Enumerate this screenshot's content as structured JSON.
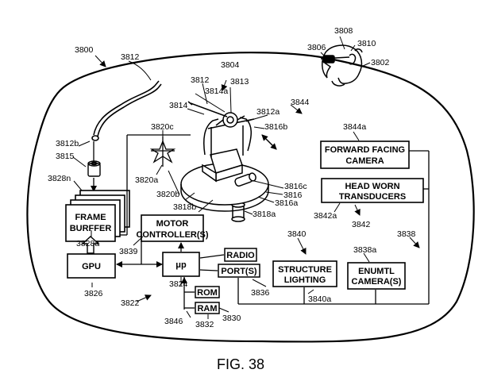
{
  "caption": "FIG. 38",
  "boxes": {
    "frame_buffer": [
      "FRAME",
      "BURFFER"
    ],
    "gpu": "GPU",
    "motor_controller": [
      "MOTOR",
      "CONTROLLER(S)"
    ],
    "microprocessor": "μp",
    "radio": "RADIO",
    "ports": "PORT(S)",
    "rom": "ROM",
    "ram": "RAM",
    "forward_camera": [
      "FORWARD FACING",
      "CAMERA"
    ],
    "head_worn": [
      "HEAD WORN",
      "TRANSDUCERS"
    ],
    "structure_lighting": [
      "STRUCTURE",
      "LIGHTING"
    ],
    "enumtl_camera": [
      "ENUMTL",
      "CAMERA(S)"
    ]
  },
  "refs": {
    "r3800": "3800",
    "r3802": "3802",
    "r3804": "3804",
    "r3806": "3806",
    "r3808": "3808",
    "r3810": "3810",
    "r3812": "3812",
    "r3812b_top": "3812",
    "r3812a": "3812a",
    "r3812b": "3812b",
    "r3813": "3813",
    "r3814": "3814",
    "r3814a": "3814a",
    "r3815": "3815",
    "r3816": "3816",
    "r3816a": "3816a",
    "r3816b": "3816b",
    "r3816c": "3816c",
    "r3818a": "3818a",
    "r3818b": "3818b",
    "r3820a": "3820a",
    "r3820b": "3820b",
    "r3820c": "3820c",
    "r3822": "3822",
    "r3824": "3824",
    "r3826": "3826",
    "r3828a": "3828a",
    "r3828n": "3828n",
    "r3830": "3830",
    "r3832": "3832",
    "r3836": "3836",
    "r3838": "3838",
    "r3838a": "3838a",
    "r3839": "3839",
    "r3840": "3840",
    "r3840a": "3840a",
    "r3842": "3842",
    "r3842a": "3842a",
    "r3844": "3844",
    "r3844a": "3844a",
    "r3846": "3846"
  }
}
